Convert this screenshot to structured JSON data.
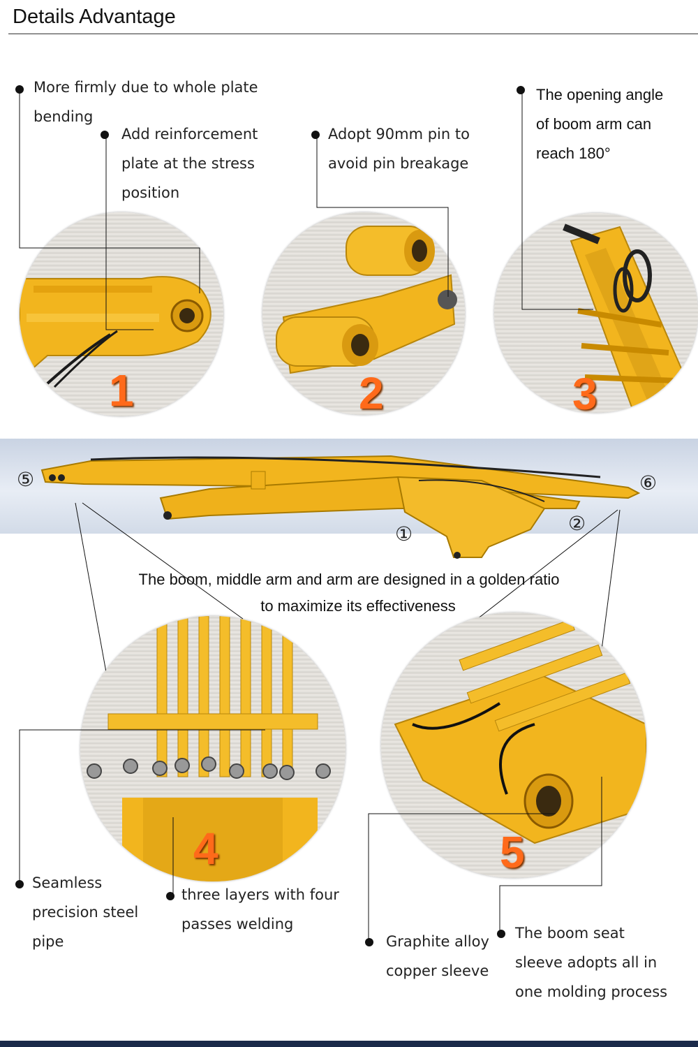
{
  "header": {
    "title": "Details Advantage"
  },
  "callouts": {
    "c1": {
      "line1": "More firmly due to whole plate",
      "line2": "bending"
    },
    "c2": {
      "line1": "Add reinforcement",
      "line2": "plate at the stress",
      "line3": "position"
    },
    "c3": {
      "line1": "Adopt 90mm pin to",
      "line2": "avoid pin breakage"
    },
    "c4": {
      "line1": "The opening angle",
      "line2": "of boom arm can",
      "line3": "reach 180°"
    },
    "c5": {
      "line1": "Seamless",
      "line2": "precision steel",
      "line3": "pipe"
    },
    "c6": {
      "line1": "three layers with four",
      "line2": "passes welding"
    },
    "c7": {
      "line1": "Graphite alloy",
      "line2": "copper sleeve"
    },
    "c8": {
      "line1": "The boom seat",
      "line2": "sleeve adopts all in",
      "line3": "one molding process"
    }
  },
  "numbers": {
    "n1": "1",
    "n2": "2",
    "n3": "3",
    "n4": "4",
    "n5": "5"
  },
  "banner": {
    "mark1": "①",
    "mark2": "②",
    "mark5": "⑤",
    "mark6": "⑥",
    "line1": "The boom, middle arm and arm are designed in a golden ratio",
    "line2": "to maximize its effectiveness"
  },
  "colors": {
    "boom_yellow": "#f2b51e",
    "number_orange": "#ff6a1a",
    "footer_navy": "#1b2a4a"
  }
}
